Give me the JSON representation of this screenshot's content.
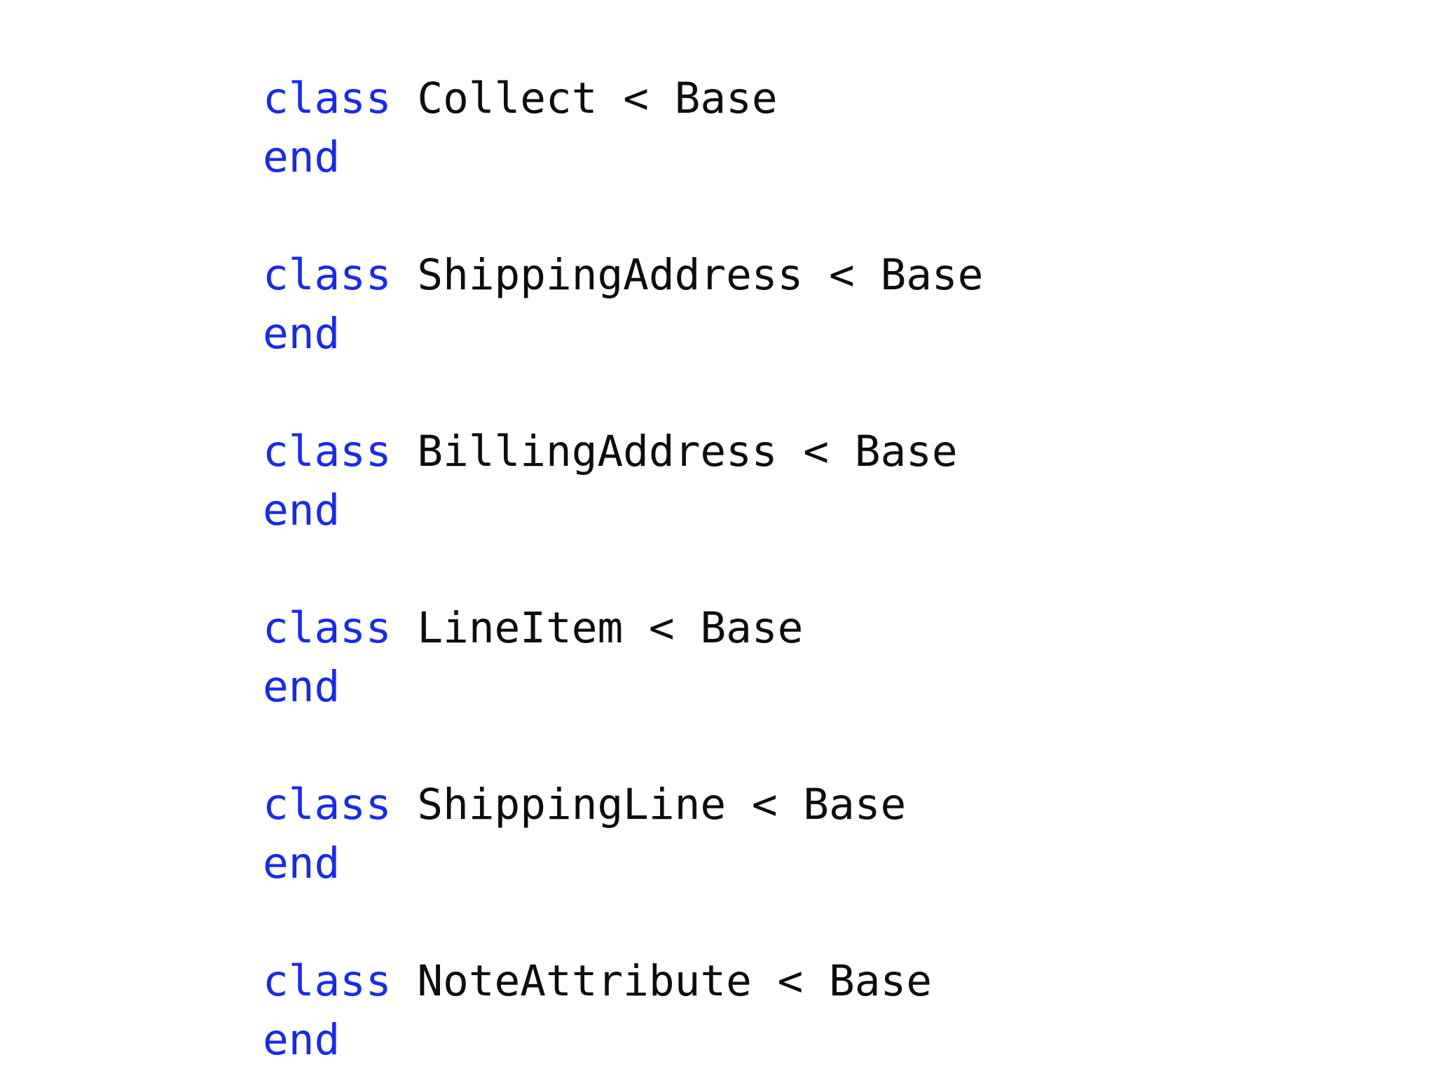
{
  "document": {
    "language": "ruby",
    "background_color": "#ffffff",
    "keyword_color": "#1a2ae8",
    "identifier_color": "#0d0d0d",
    "blocks": [
      {
        "keyword": "class",
        "space": " ",
        "class_name": "Collect",
        "inherit_operator": "<",
        "superclass": "Base",
        "end_keyword": "end"
      },
      {
        "keyword": "class",
        "space": " ",
        "class_name": "ShippingAddress",
        "inherit_operator": "<",
        "superclass": "Base",
        "end_keyword": "end"
      },
      {
        "keyword": "class",
        "space": " ",
        "class_name": "BillingAddress",
        "inherit_operator": "<",
        "superclass": "Base",
        "end_keyword": "end"
      },
      {
        "keyword": "class",
        "space": " ",
        "class_name": "LineItem",
        "inherit_operator": "<",
        "superclass": "Base",
        "end_keyword": "end"
      },
      {
        "keyword": "class",
        "space": " ",
        "class_name": "ShippingLine",
        "inherit_operator": "<",
        "superclass": "Base",
        "end_keyword": "end"
      },
      {
        "keyword": "class",
        "space": " ",
        "class_name": "NoteAttribute",
        "inherit_operator": "<",
        "superclass": "Base",
        "end_keyword": "end"
      }
    ]
  }
}
